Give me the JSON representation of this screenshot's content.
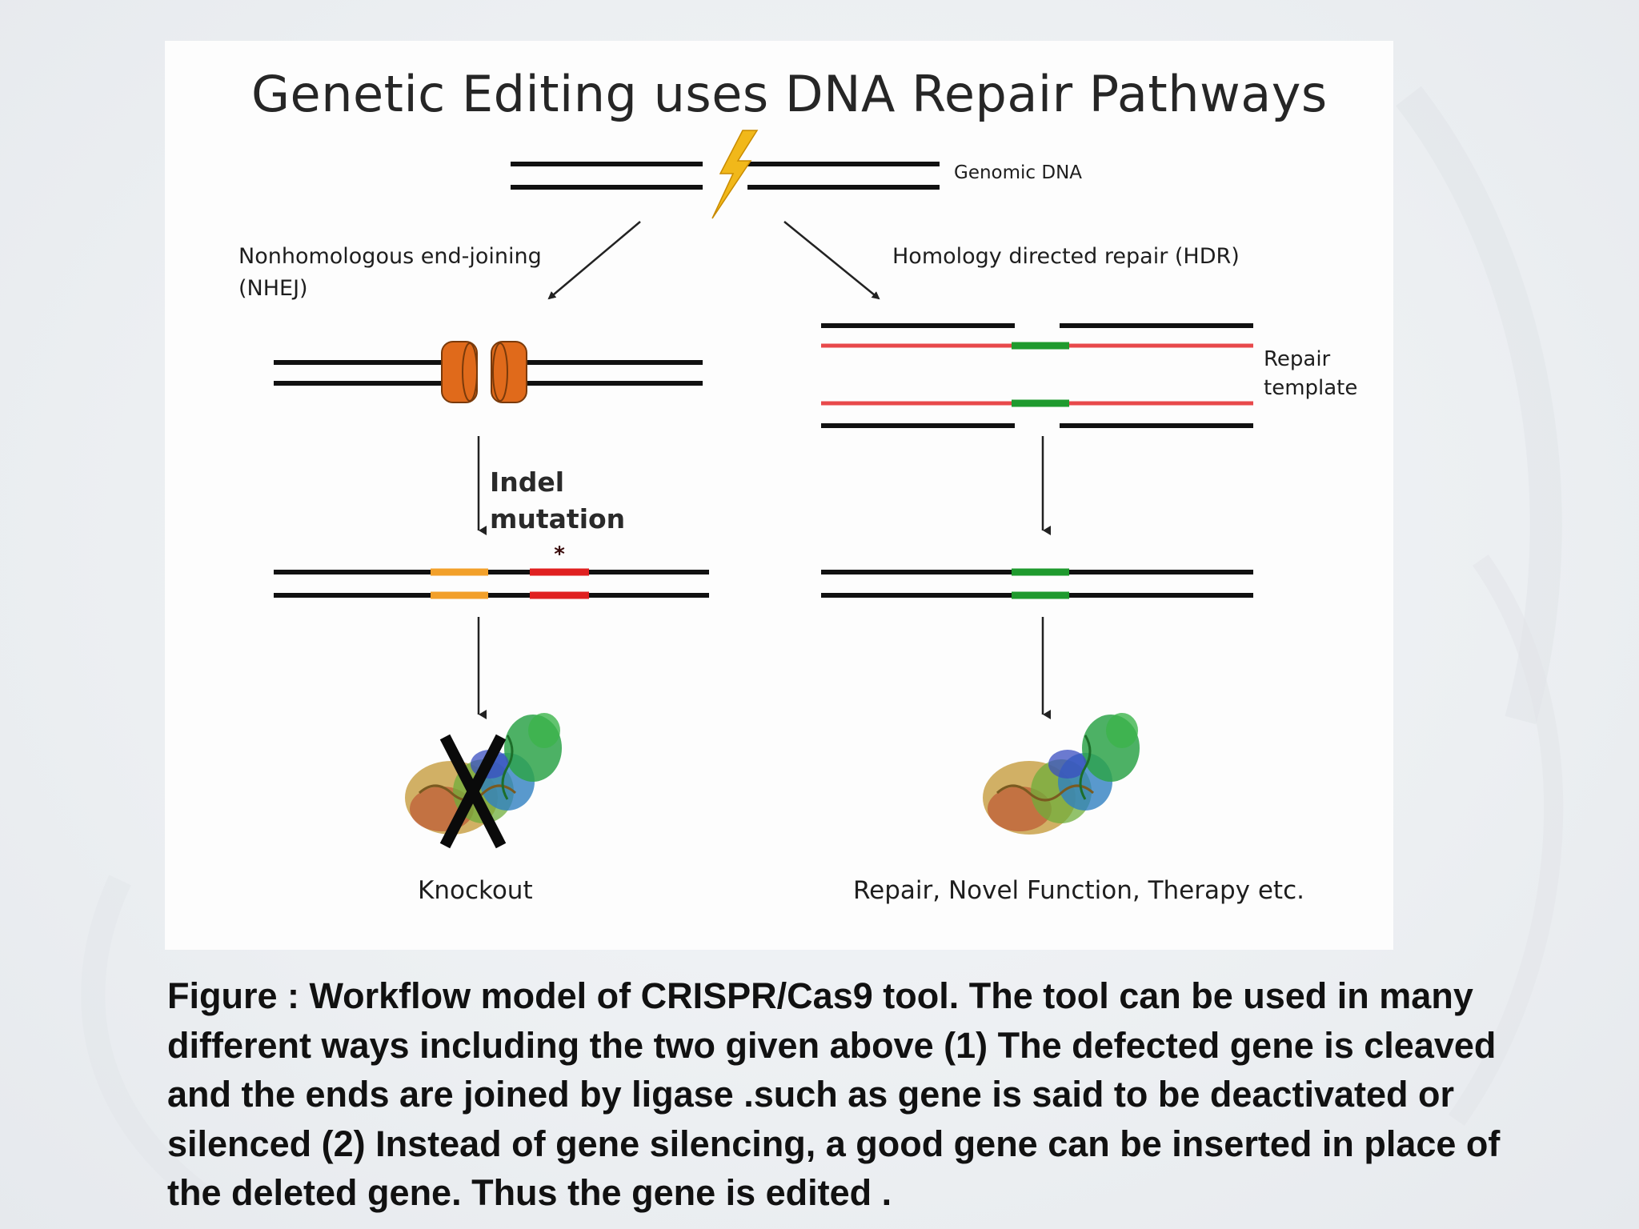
{
  "figure": {
    "title": "Genetic Editing uses DNA Repair Pathways",
    "genomic_dna_label": "Genomic DNA",
    "nhej_label_line1": "Nonhomologous end-joining",
    "nhej_label_line2": "(NHEJ)",
    "hdr_label": "Homology directed repair (HDR)",
    "repair_template_line1": "Repair",
    "repair_template_line2": "template",
    "indel_line1": "Indel",
    "indel_line2": "mutation",
    "knockout_label": "Knockout",
    "hdr_outcome_label": "Repair, Novel Function, Therapy etc.",
    "colors": {
      "dna_strand": "#111111",
      "template_strand": "#e8494b",
      "inserted_gene": "#1f9a2e",
      "nuclease": "#e06a1b",
      "indel_orange": "#f2a02a",
      "indel_red": "#e02020",
      "lightning": "#f1b81a"
    },
    "icons": [
      "lightning-bolt-icon",
      "nuclease-pair-icon",
      "protein-structure-icon",
      "knockout-x-icon"
    ]
  },
  "caption": {
    "lines": [
      "Figure : Workflow model of CRISPR/Cas9 tool. The tool can be used in many",
      "different ways including the two given above (1) The defected gene is cleaved",
      "and the ends are joined by ligase .such as gene is said to be deactivated or",
      "silenced (2) Instead of gene silencing,  a good gene can be inserted in place of",
      "the deleted gene. Thus the gene is edited ."
    ]
  }
}
